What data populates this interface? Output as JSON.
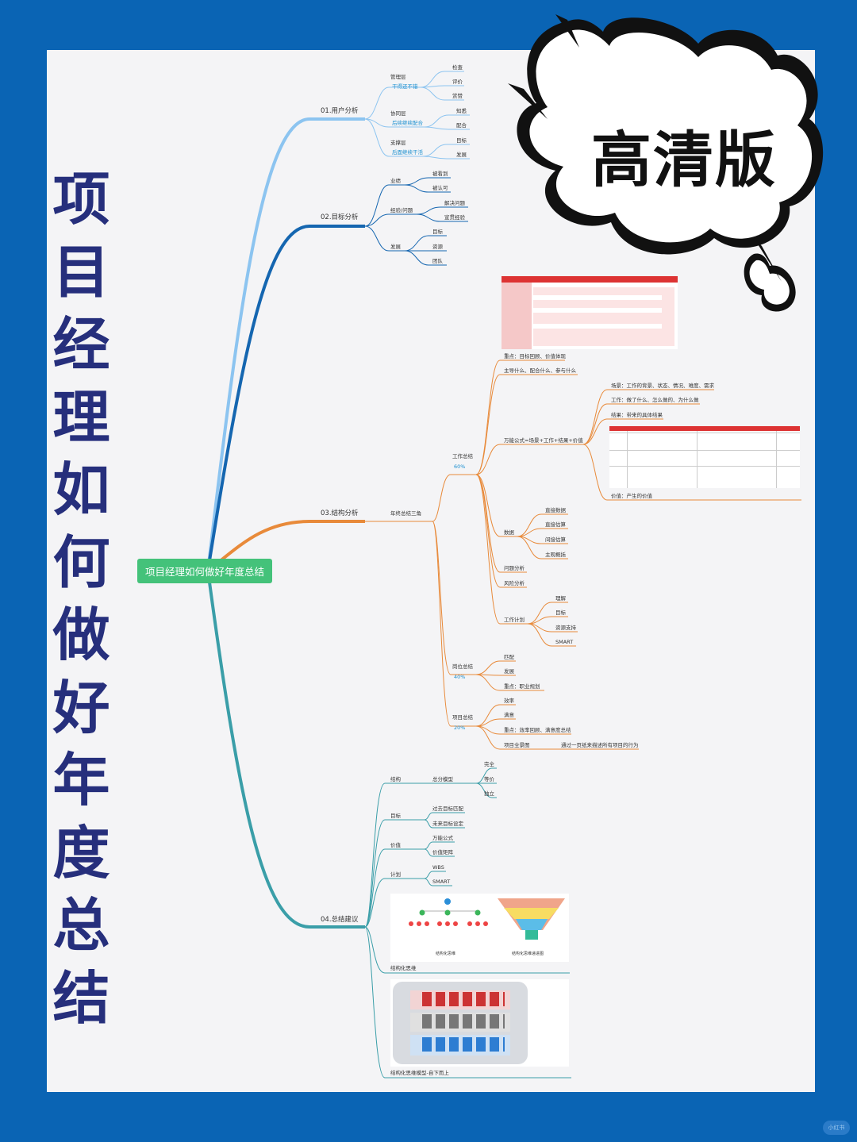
{
  "title": "项目经理如何做好年度总结",
  "badge": "高清版",
  "watermark": "小红书",
  "root": "项目经理如何做好年度总结",
  "branches": {
    "b1": "01.用户分析",
    "b2": "02.目标分析",
    "b3": "03.结构分析",
    "b4": "04.总结建议"
  },
  "b1": {
    "mgmt": "管理层",
    "mgmt_tag": "干得还不错",
    "mgmt_items": [
      "检查",
      "评价",
      "赏赞"
    ],
    "coop": "协同层",
    "coop_tag": "后续继续配合",
    "coop_items": [
      "知悉",
      "配合"
    ],
    "support": "支撑层",
    "support_tag": "后面继续干活",
    "support_items": [
      "目标",
      "发展"
    ]
  },
  "b2": {
    "perf": "业绩",
    "perf_items": [
      "被看到",
      "被认可"
    ],
    "exp": "经验/问题",
    "exp_items": [
      "解决问题",
      "宣贯经验"
    ],
    "dev": "发展",
    "dev_items": [
      "目标",
      "资源",
      "团队"
    ]
  },
  "b3": {
    "triangle": "年终总结三角",
    "focus1": "重点：目标回顾、价值体现",
    "main_q": "主导什么、配合什么、参与什么",
    "work_sum": "工作总结",
    "work_pct": "60%",
    "formula": "万能公式=场景+工作+结果+价值",
    "scene": "场景：工作的背景、状态、情况、难度、需求",
    "work": "工作：做了什么、怎么做的、为什么做",
    "result": "结果：带来的具体结果",
    "value": "价值：产生的价值",
    "data": "数据",
    "data_items": [
      "直接数据",
      "直接估算",
      "间接估算",
      "主观概括"
    ],
    "problem": "问题分析",
    "risk": "风险分析",
    "plan": "工作计划",
    "plan_items": [
      "理解",
      "目标",
      "资源支持",
      "SMART"
    ],
    "post_sum": "岗位总结",
    "post_pct": "40%",
    "post_items": [
      "匹配",
      "发展",
      "重点：职业规划"
    ],
    "proj_sum": "项目总结",
    "proj_pct": "20%",
    "proj_items": [
      "效率",
      "满意",
      "重点：效率回顾、满意度总结",
      "项目全景图"
    ],
    "proj_note": "通过一页纸来描述所有项目的行为"
  },
  "b4": {
    "struct": "结构",
    "struct_sub": "总分模型",
    "struct_items": [
      "完全",
      "等价",
      "独立"
    ],
    "goal": "目标",
    "goal_items": [
      "过去目标匹配",
      "未来目标设定"
    ],
    "value": "价值",
    "value_items": [
      "万能公式",
      "价值矩阵"
    ],
    "plan": "计划",
    "plan_items": [
      "WBS",
      "SMART"
    ],
    "img1_caption_a": "结构化思维",
    "img1_caption_b": "结构化思维递进图",
    "struct_think": "结构化思维",
    "struct_model": "结构化思维模型-自下而上"
  },
  "colors": {
    "background": "#0a64b4",
    "canvas": "#f4f4f6",
    "title": "#262f7c",
    "root": "#44c27a",
    "b1": "#8cc4f0",
    "b2": "#1566b0",
    "b3": "#e88a3a",
    "b4": "#3a9ea8"
  }
}
